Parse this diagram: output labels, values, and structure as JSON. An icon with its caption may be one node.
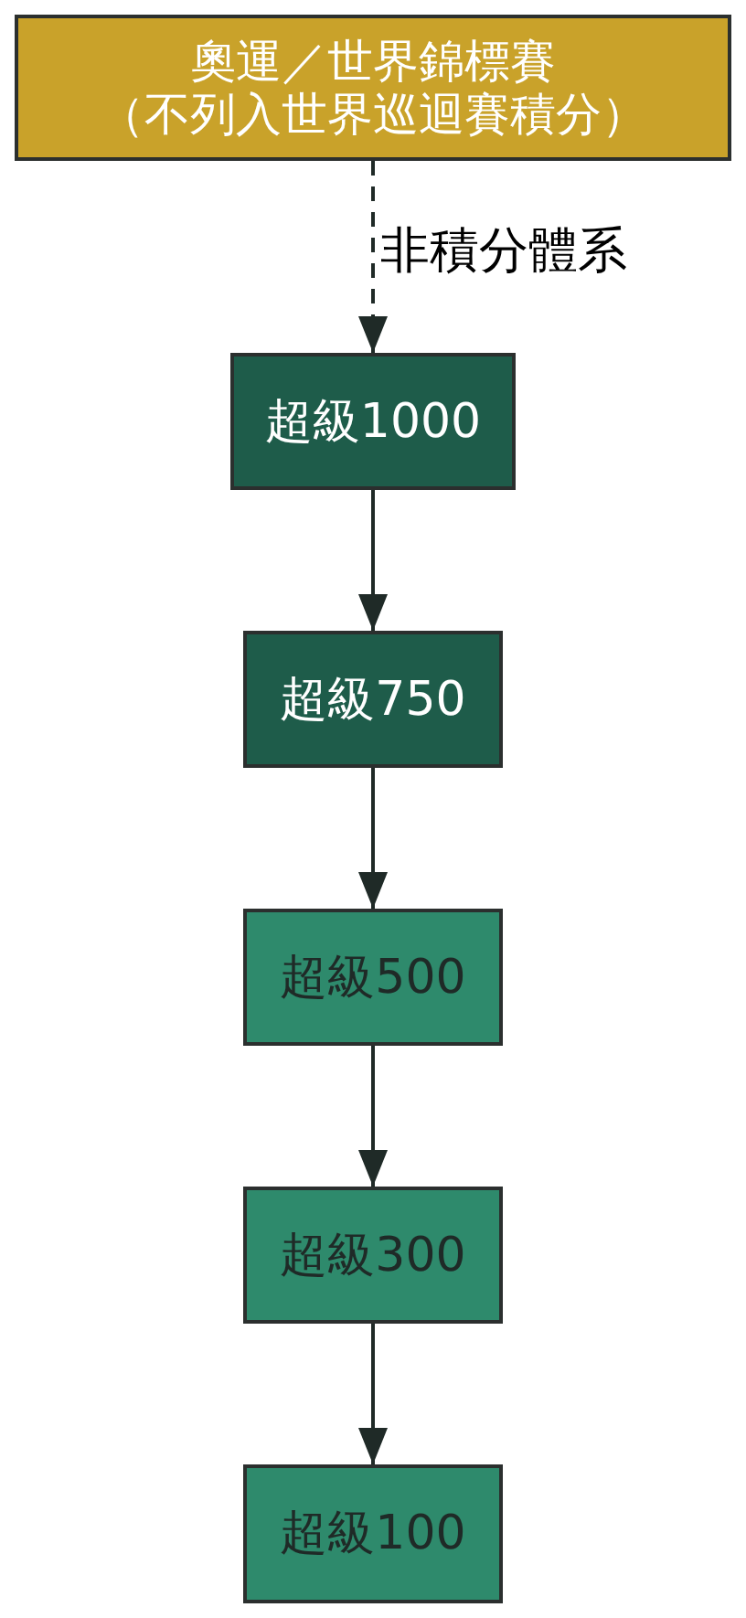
{
  "diagram": {
    "nodes": [
      {
        "text": [
          "奧運／世界錦標賽",
          "（不列入世界巡迴賽積分）"
        ]
      },
      {
        "text": [
          "超級1000"
        ]
      },
      {
        "text": [
          "超級750"
        ]
      },
      {
        "text": [
          "超級500"
        ]
      },
      {
        "text": [
          "超級300"
        ]
      },
      {
        "text": [
          "超級100"
        ]
      }
    ],
    "edges": [
      {
        "from": 0,
        "to": 1,
        "arrow": "to",
        "label": "非積分體系",
        "style": "dashed"
      },
      {
        "from": 1,
        "to": 2,
        "arrow": "to"
      },
      {
        "from": 2,
        "to": 3,
        "arrow": "to"
      },
      {
        "from": 3,
        "to": 4,
        "arrow": "to"
      },
      {
        "from": 4,
        "to": 5,
        "arrow": "to"
      }
    ]
  }
}
